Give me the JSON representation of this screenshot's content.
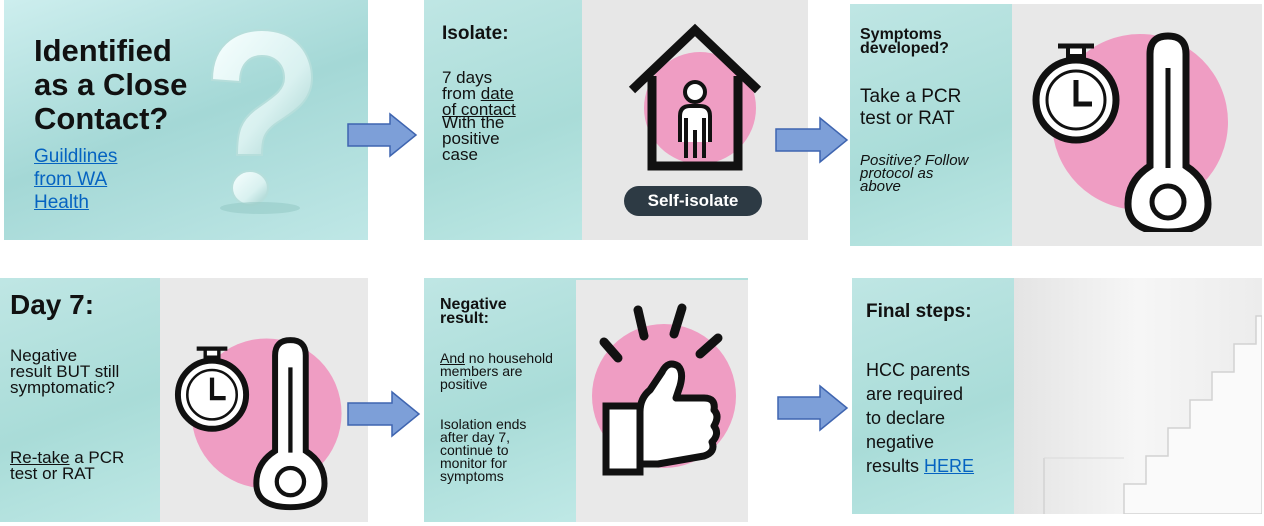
{
  "card1": {
    "title_lines": [
      "Identified",
      "as a Close",
      "Contact?"
    ],
    "link_lines": [
      "Guildlines",
      "from WA",
      "Health"
    ]
  },
  "card2": {
    "title": "Isolate:",
    "line1": "7 days",
    "line2": "from",
    "line2_underlined": "date",
    "line3_underlined": "of contact",
    "line4": "With the",
    "line5": "positive",
    "line6": "case",
    "badge": "Self-isolate"
  },
  "card3": {
    "title_lines": [
      "Symptoms",
      "developed?"
    ],
    "body_lines": [
      "Take a PCR",
      "test or RAT"
    ],
    "italic_lines": [
      "Positive? Follow",
      "protocol as",
      "above"
    ]
  },
  "card4": {
    "title": "Day 7:",
    "body_lines": [
      "Negative",
      "result BUT still",
      "symptomatic?"
    ],
    "retake_underlined": "Re-take",
    "retake_rest": " a PCR",
    "retake_line2": "test or RAT"
  },
  "card5": {
    "title_lines": [
      "Negative",
      "result:"
    ],
    "and_underlined": "And",
    "and_rest": " no household",
    "para1_lines": [
      "members are",
      "positive"
    ],
    "para2_lines": [
      "Isolation ends",
      "after day 7,",
      "continue to",
      "monitor for",
      "symptoms"
    ]
  },
  "card6": {
    "title": "Final steps:",
    "body_lines": [
      "HCC parents",
      "are required",
      "to declare",
      "negative"
    ],
    "last_line": "results ",
    "link": "HERE"
  },
  "icons": {
    "question": "question-mark-icon",
    "house": "house-person-icon",
    "stopwatch_thermometer": "stopwatch-thermometer-icon",
    "thumbs_up": "thumbs-up-icon",
    "stairs": "stairs-image",
    "arrow": "right-arrow-icon"
  },
  "colors": {
    "card_bg": "#a9dcd8",
    "arrow_fill": "#7d9fd8",
    "arrow_stroke": "#3f65b0",
    "pink_circle": "#ef9dc3",
    "link": "#0563c1"
  }
}
